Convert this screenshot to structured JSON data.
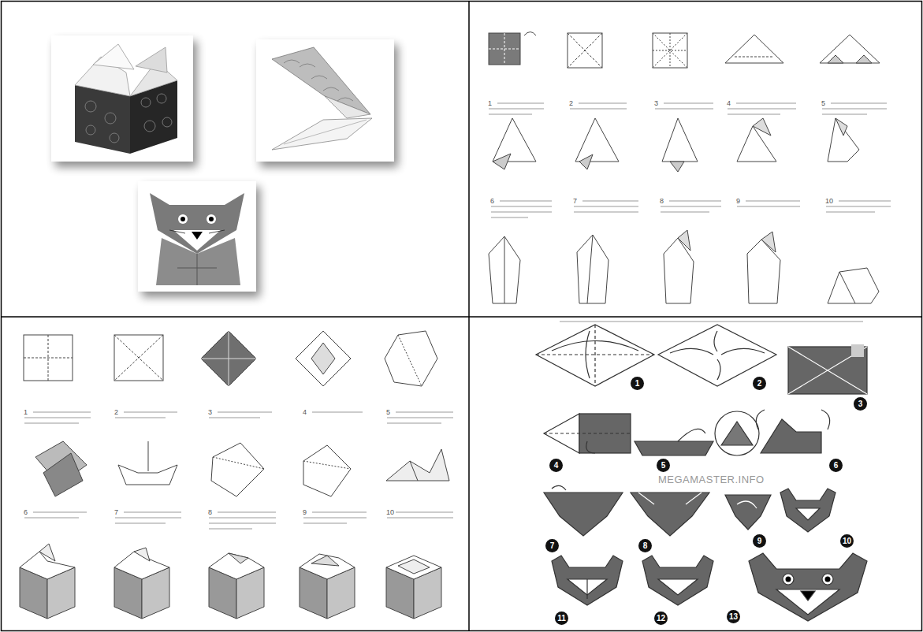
{
  "diagram": {
    "labels": [
      "1",
      "2",
      "3",
      "4",
      "5",
      "6",
      "7",
      "8",
      "9",
      "10",
      "1",
      "2",
      "3",
      "4",
      "5",
      "6",
      "7",
      "8",
      "9",
      "10",
      "1",
      "2",
      "3",
      "4",
      "5",
      "6",
      "7",
      "8",
      "9",
      "10",
      "11",
      "12",
      "13",
      "MEGAMASTER.INFO"
    ]
  }
}
